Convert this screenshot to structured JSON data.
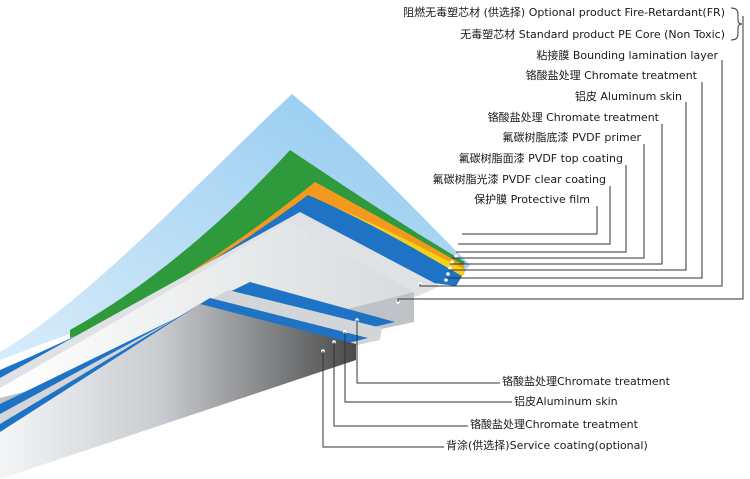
{
  "top_labels": [
    {
      "text": "阻燃无毒塑芯材 (供选择) Optional product Fire-Retardant(FR)"
    },
    {
      "text": "无毒塑芯材 Standard product PE Core (Non Toxic)"
    },
    {
      "text": "粘接膜 Bounding lamination layer"
    },
    {
      "text": "铬酸盐处理 Chromate treatment"
    },
    {
      "text": "铝皮 Aluminum skin"
    },
    {
      "text": "铬酸盐处理 Chromate treatment"
    },
    {
      "text": "氟碳树脂底漆 PVDF primer"
    },
    {
      "text": "氟碳树脂面漆 PVDF top coating"
    },
    {
      "text": "氟碳树脂光漆 PVDF clear coating"
    },
    {
      "text": "保护膜 Protective film"
    }
  ],
  "bottom_labels": [
    {
      "text": "铬酸盐处理Chromate treatment"
    },
    {
      "text": "铝皮Aluminum skin"
    },
    {
      "text": "铬酸盐处理Chromate treatment"
    },
    {
      "text": "背涂(供选择)Service coating(optional)"
    }
  ],
  "colors": {
    "protective_film": "#a9d5f2",
    "clear_coating": "#2e9a3c",
    "top_coating": "#f39a1e",
    "primer": "#f4d21a",
    "chromate_blue": "#1f73c4",
    "aluminum": "#c9cbcf",
    "core_light": "#eef0f2",
    "core_dark": "#555555"
  }
}
